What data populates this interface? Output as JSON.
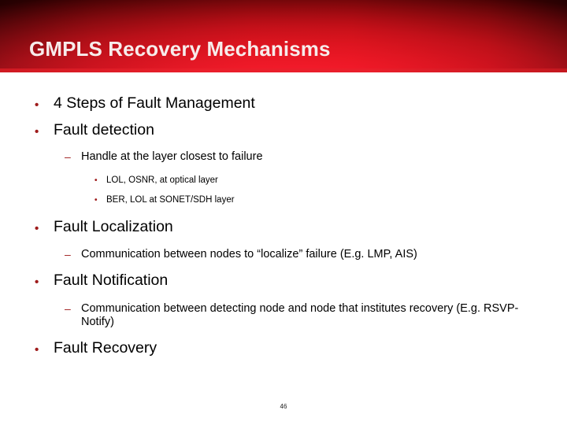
{
  "slide": {
    "title": "GMPLS Recovery Mechanisms",
    "page_number": "46",
    "header_color_dark": "#5a1012",
    "header_color_bright": "#e81f2a",
    "marker_color": "#9e1b1b",
    "title_color": "#f7eceb",
    "bullet_glyph_level1": "•",
    "bullet_glyph_level2": "–",
    "bullet_glyph_level3": "•",
    "bullets": [
      {
        "level": 1,
        "text": "4 Steps of Fault Management"
      },
      {
        "level": 1,
        "text": "Fault detection"
      },
      {
        "level": 2,
        "text": "Handle at the layer closest to failure"
      },
      {
        "level": 3,
        "text": "LOL, OSNR, at optical layer"
      },
      {
        "level": 3,
        "text": "BER, LOL at SONET/SDH layer"
      },
      {
        "level": 1,
        "text": "Fault Localization"
      },
      {
        "level": 2,
        "text": "Communication between nodes to “localize” failure (E.g. LMP, AIS)"
      },
      {
        "level": 1,
        "text": "Fault Notification"
      },
      {
        "level": 2,
        "text": "Communication between detecting node and node that institutes recovery (E.g. RSVP-Notify)"
      },
      {
        "level": 1,
        "text": "Fault Recovery"
      }
    ]
  }
}
